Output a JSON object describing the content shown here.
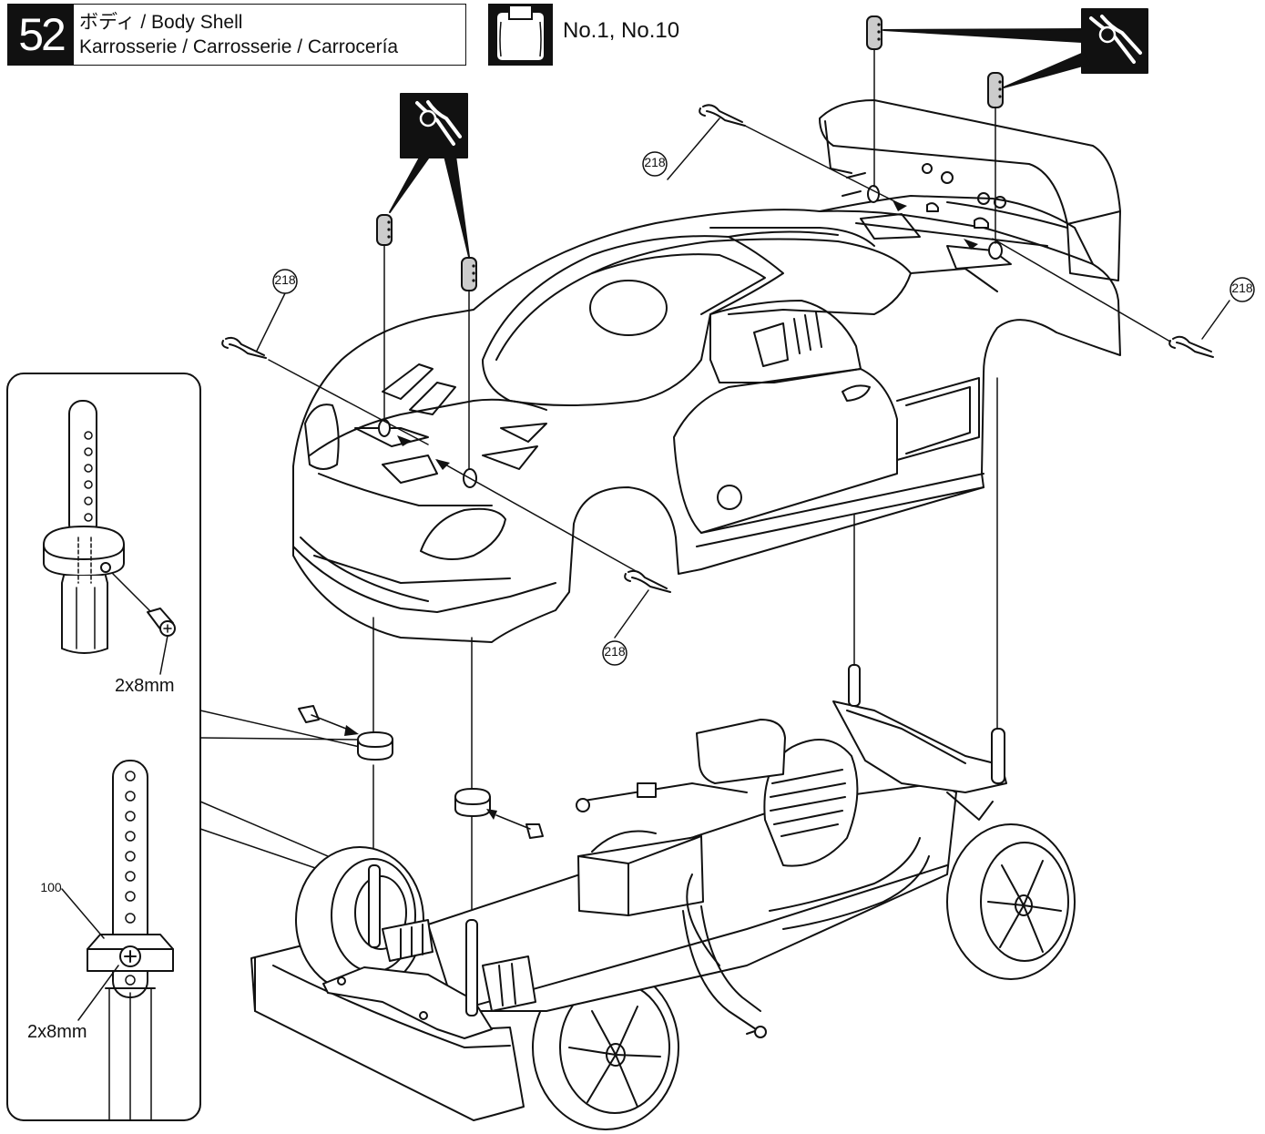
{
  "step": {
    "number": "52",
    "title_line1": "ボディ / Body Shell",
    "title_line2": "Karrosserie / Carrosserie / Carrocería"
  },
  "parts_ref": "No.1, No.10",
  "part_callouts": [
    "218",
    "218",
    "218",
    "218",
    "100"
  ],
  "screw_labels": [
    "2x8mm",
    "2x8mm"
  ],
  "icons": [
    "step-number-badge",
    "parts-bag-icon",
    "cutting-pliers-icon",
    "cutting-pliers-icon"
  ]
}
